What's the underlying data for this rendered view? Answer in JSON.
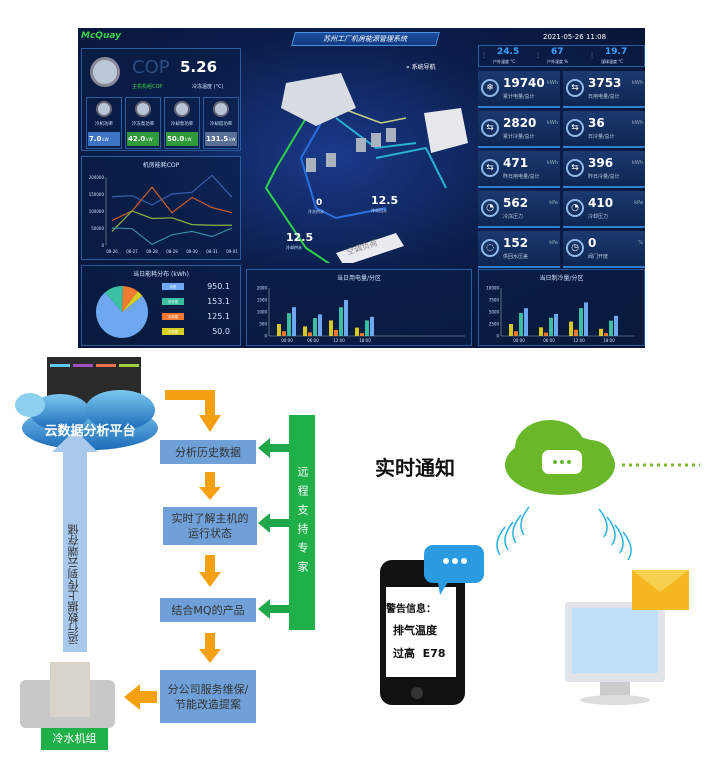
{
  "dashboard": {
    "logo": "McQuay",
    "title": "苏州工厂机房能源管理系统",
    "datetime": "2021-05-26  11:08",
    "cop_label": "COP",
    "cop_value": "5.26",
    "cop_sub1": "主机机组COP",
    "cop_sub2": "冷冻温度 (°C)",
    "units": [
      {
        "label": "冷机功率",
        "value": "7.0",
        "unit": "kW",
        "color": "#3d74c4"
      },
      {
        "label": "冷冻泵功率",
        "value": "42.0",
        "unit": "kW",
        "color": "#2f9a3a"
      },
      {
        "label": "冷却泵功率",
        "value": "50.0",
        "unit": "kW",
        "color": "#2f9a3a"
      },
      {
        "label": "冷却塔功率",
        "value": "131.5",
        "unit": "kW",
        "color": "#5a6f98"
      }
    ],
    "env": [
      {
        "value": "24.5",
        "label": "户外温度 °C"
      },
      {
        "value": "67",
        "label": "户外湿度 %"
      },
      {
        "value": "19.7",
        "label": "湿球温度 °C"
      }
    ],
    "system_link": "系统导航",
    "scene": {
      "t1": "0",
      "t1_label": "冷冻供水",
      "t2": "12.5",
      "t2_label": "冷却回水",
      "t3": "12.5",
      "t3_label": "冷却供水",
      "unit": "°C",
      "load": "空调负荷"
    },
    "cards": [
      {
        "icon": "❄",
        "value": "19740",
        "unit": "kWh",
        "label": "累计电量/总计"
      },
      {
        "icon": "⇆",
        "value": "3753",
        "unit": "kWh",
        "label": "日用电量/总计"
      },
      {
        "icon": "⇆",
        "value": "2820",
        "unit": "kWh",
        "label": "累计冷量/总计"
      },
      {
        "icon": "⇆",
        "value": "36",
        "unit": "kWh",
        "label": "日冷量/总计"
      },
      {
        "icon": "⇆",
        "value": "471",
        "unit": "kWh",
        "label": "昨日用电量/总计"
      },
      {
        "icon": "⇆",
        "value": "396",
        "unit": "kWh",
        "label": "昨日冷量/总计"
      },
      {
        "icon": "◔",
        "value": "562",
        "unit": "kPa",
        "label": "冷冻压力"
      },
      {
        "icon": "◔",
        "value": "410",
        "unit": "kPa",
        "label": "冷却压力"
      },
      {
        "icon": "◌",
        "value": "152",
        "unit": "kPa",
        "label": "供回水压差"
      },
      {
        "icon": "◷",
        "value": "0",
        "unit": "%",
        "label": "阀门开度"
      }
    ]
  },
  "chart_data": [
    {
      "type": "line",
      "title": "机房能耗COP",
      "categories": [
        "08-26",
        "08-27",
        "08-28",
        "08-29",
        "08-30",
        "08-31",
        "09-01"
      ],
      "ylim": [
        0,
        200000
      ],
      "yticks": [
        "0",
        "50000",
        "100000",
        "150000",
        "200000"
      ],
      "series": [
        {
          "name": "s1",
          "color": "#3a5fb0",
          "values": [
            142000,
            145000,
            118000,
            150000,
            155000,
            205000,
            140000
          ]
        },
        {
          "name": "s2",
          "color": "#c8602a",
          "values": [
            72000,
            100000,
            170000,
            95000,
            140000,
            110000,
            95000
          ]
        },
        {
          "name": "s3",
          "color": "#8fb640",
          "values": [
            40000,
            100000,
            78000,
            80000,
            60000,
            58000,
            58000
          ]
        },
        {
          "name": "s4",
          "color": "#3a8aa0",
          "values": [
            50000,
            48000,
            2000,
            30000,
            40000,
            25000,
            50000
          ]
        }
      ]
    },
    {
      "type": "pie",
      "title": "当日能耗分布 (kWh)",
      "labels": [
        "冷机",
        "冷冻泵",
        "冷却泵",
        "冷却塔"
      ],
      "values": [
        950.1,
        153.1,
        125.1,
        50.0
      ],
      "display": [
        "950.1",
        "153.1",
        "125.1",
        "50.0"
      ],
      "colors": [
        "#6fa8f0",
        "#3ac0a0",
        "#f07a30",
        "#d8d020"
      ]
    },
    {
      "type": "bar",
      "title": "当日用电量/分区",
      "categories": [
        "00:00",
        "06:00",
        "12:00",
        "18:00"
      ],
      "ylim": [
        0,
        2000
      ],
      "yticks": [
        "0",
        "500",
        "1000",
        "1500",
        "2000"
      ],
      "series": [
        {
          "name": "a",
          "color": "#d8c820",
          "values": [
            500,
            400,
            650,
            350
          ]
        },
        {
          "name": "b",
          "color": "#f07a30",
          "values": [
            200,
            150,
            250,
            120
          ]
        },
        {
          "name": "c",
          "color": "#3ac0a0",
          "values": [
            950,
            750,
            1200,
            650
          ]
        },
        {
          "name": "d",
          "color": "#6fa8f0",
          "values": [
            1200,
            900,
            1500,
            800
          ]
        }
      ]
    },
    {
      "type": "bar",
      "title": "当日制冷量/分区",
      "categories": [
        "00:00",
        "06:00",
        "12:00",
        "18:00"
      ],
      "ylim": [
        0,
        10000
      ],
      "yticks": [
        "0",
        "2500",
        "5000",
        "7500",
        "10000"
      ],
      "series": [
        {
          "name": "a",
          "color": "#d8c820",
          "values": [
            2500,
            1800,
            3000,
            1500
          ]
        },
        {
          "name": "b",
          "color": "#f07a30",
          "values": [
            1000,
            700,
            1300,
            600
          ]
        },
        {
          "name": "c",
          "color": "#3ac0a0",
          "values": [
            4800,
            3800,
            5800,
            3200
          ]
        },
        {
          "name": "d",
          "color": "#6fa8f0",
          "values": [
            5800,
            4600,
            7000,
            4200
          ]
        }
      ]
    }
  ],
  "flow": {
    "cloud": "云数据分析平台",
    "upload": "运行数据上传到云端存储",
    "expert": "远程支持专家",
    "steps": [
      "分析历史数据",
      "实时了解主机的运行状态",
      "结合MQ的产品",
      "分公司服务维保/节能改造提案"
    ],
    "chiller": "冷水机组"
  },
  "notify": {
    "title": "实时通知",
    "alert_label": "警告信息：",
    "alert_line1": "排气温度",
    "alert_line2": "过高  E78"
  }
}
